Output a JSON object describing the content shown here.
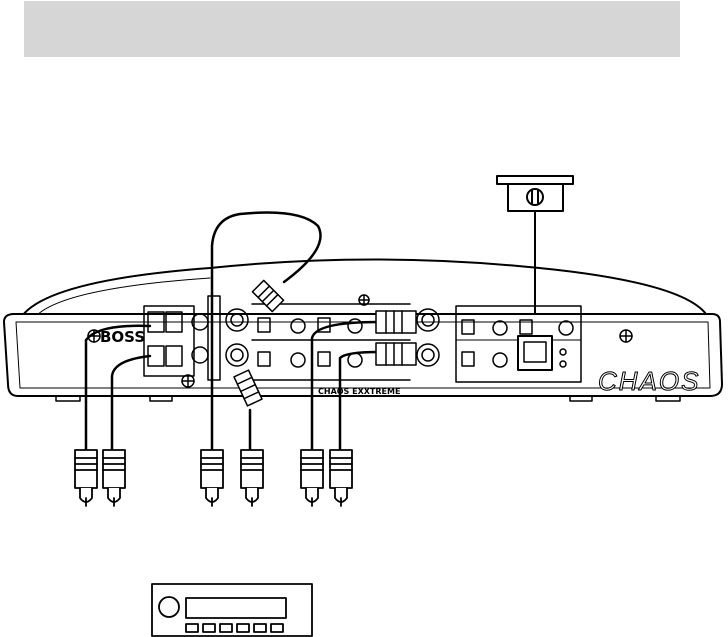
{
  "amplifier": {
    "brand_logo": "BOSS",
    "model_logo": "CHAOS",
    "series_logo": "CHAOS EXXTREME"
  }
}
